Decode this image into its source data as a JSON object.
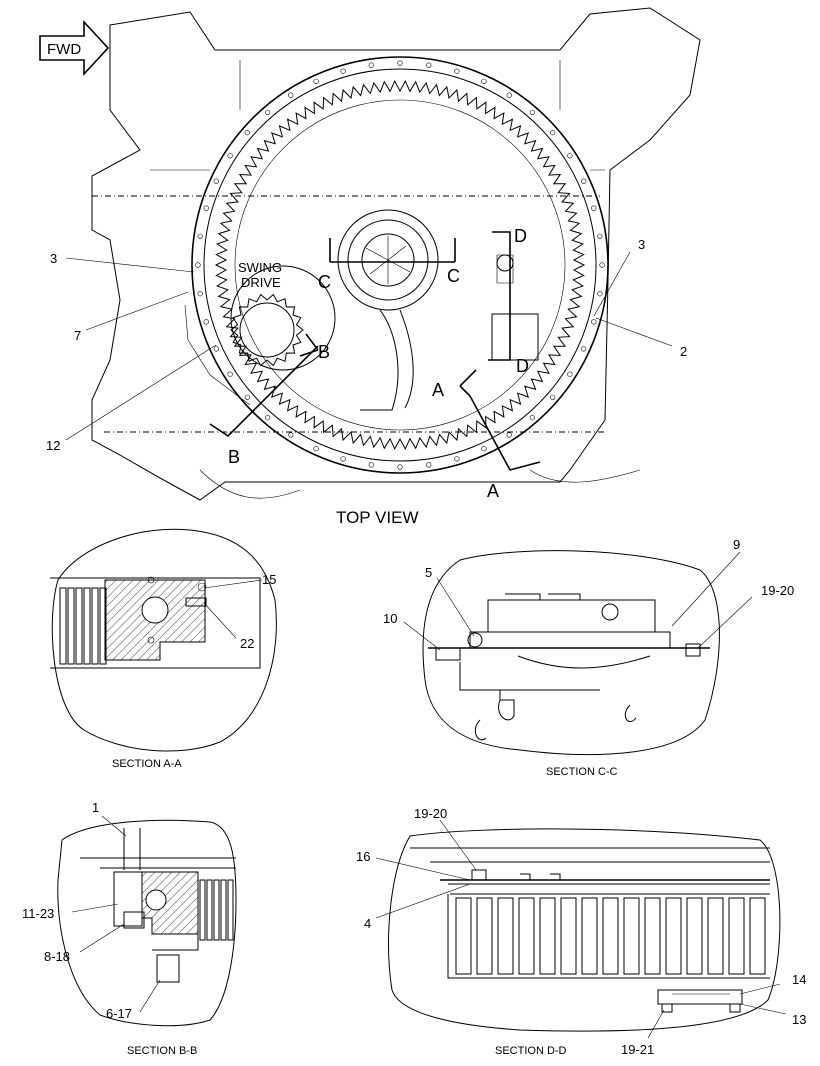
{
  "diagram": {
    "fwd_label": "FWD",
    "top_view": {
      "title": "TOP VIEW",
      "swing_drive": [
        "SWING",
        "DRIVE"
      ],
      "section_marks": {
        "A": "A",
        "B": "B",
        "C": "C",
        "D": "D"
      },
      "callouts": {
        "c3_left": "3",
        "c7": "7",
        "c12": "12",
        "c3_right": "3",
        "c2": "2"
      }
    },
    "section_aa": {
      "title": "SECTION A-A",
      "callouts": {
        "c15": "15",
        "c22": "22"
      }
    },
    "section_cc": {
      "title": "SECTION C-C",
      "callouts": {
        "c9": "9",
        "c5": "5",
        "c10": "10",
        "c19_20": "19-20"
      }
    },
    "section_bb": {
      "title": "SECTION B-B",
      "callouts": {
        "c1": "1",
        "c11_23": "11-23",
        "c8_18": "8-18",
        "c6_17": "6-17"
      }
    },
    "section_dd": {
      "title": "SECTION D-D",
      "callouts": {
        "c19_20": "19-20",
        "c16": "16",
        "c4": "4",
        "c14": "14",
        "c13": "13",
        "c19_21": "19-21"
      }
    }
  }
}
